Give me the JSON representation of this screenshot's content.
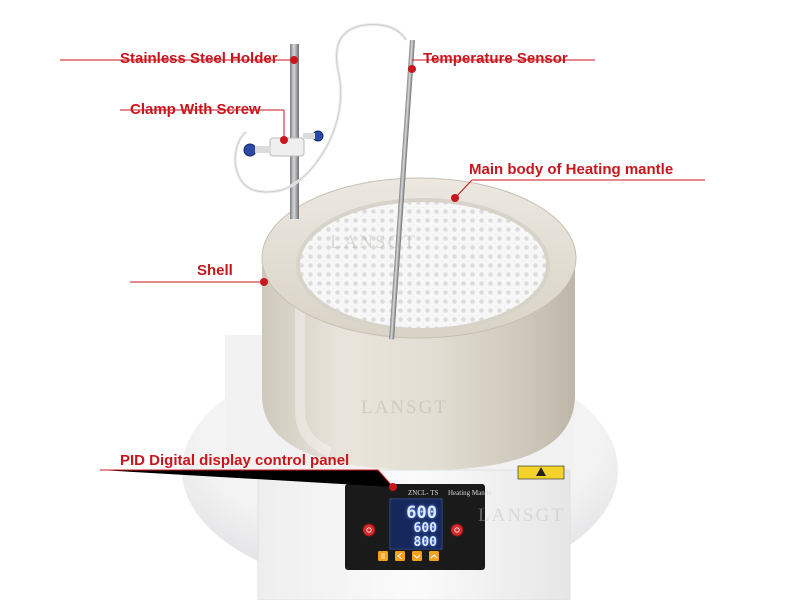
{
  "labels": {
    "stainless_steel_holder": "Stainless Steel Holder",
    "clamp_with_screw": "Clamp With Screw",
    "temperature_sensor": "Temperature Sensor",
    "main_body": "Main body of Heating mantle",
    "shell": "Shell",
    "control_panel": "PID Digital display control panel"
  },
  "panel": {
    "model": "ZNCL-  TS",
    "name": "Heating Mantle",
    "display_main": "600",
    "display_set": "600",
    "display_timer": "800"
  },
  "watermark": "LANSGT",
  "colors": {
    "callout": "#c8161d",
    "mantle_shell": "#ddd8cd",
    "base": "#f6f6f6",
    "panel": "#1a1a1a",
    "button_red": "#d62b2b",
    "button_orange": "#f2a21b",
    "lcd_blue": "#5a8cff"
  },
  "icons": {
    "start_button": "power-icon",
    "stop_button": "power-icon",
    "menu_button": "menu-icon",
    "left_button": "arrow-left-icon",
    "down_button": "arrow-down-icon",
    "up_button": "arrow-up-icon"
  }
}
